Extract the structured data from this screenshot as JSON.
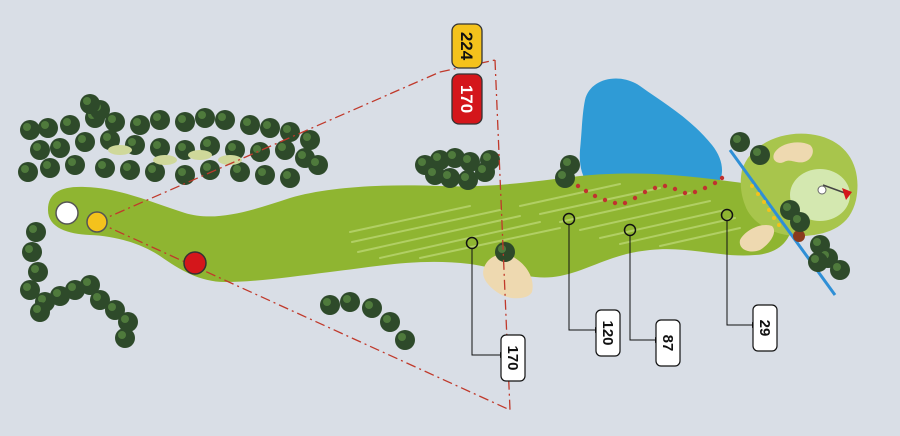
{
  "colors": {
    "background": "#d9dee6",
    "fairway": "#8fb531",
    "rough": "#a8c54c",
    "green": "#c8e0a0",
    "water": "#2f9bd6",
    "bunker": "#eed9b0",
    "tree": "#2e4a2a",
    "tee_white": "#ffffff",
    "tee_yellow": "#f4c21c",
    "tee_red": "#d4161b",
    "guide_line": "#c0392b",
    "out_of_bounds_line": "#2f8fd6"
  },
  "tee_distances": {
    "yellow": "224",
    "red": "170"
  },
  "markers": [
    {
      "label": "170"
    },
    {
      "label": "120"
    },
    {
      "label": "87"
    },
    {
      "label": "29"
    }
  ]
}
